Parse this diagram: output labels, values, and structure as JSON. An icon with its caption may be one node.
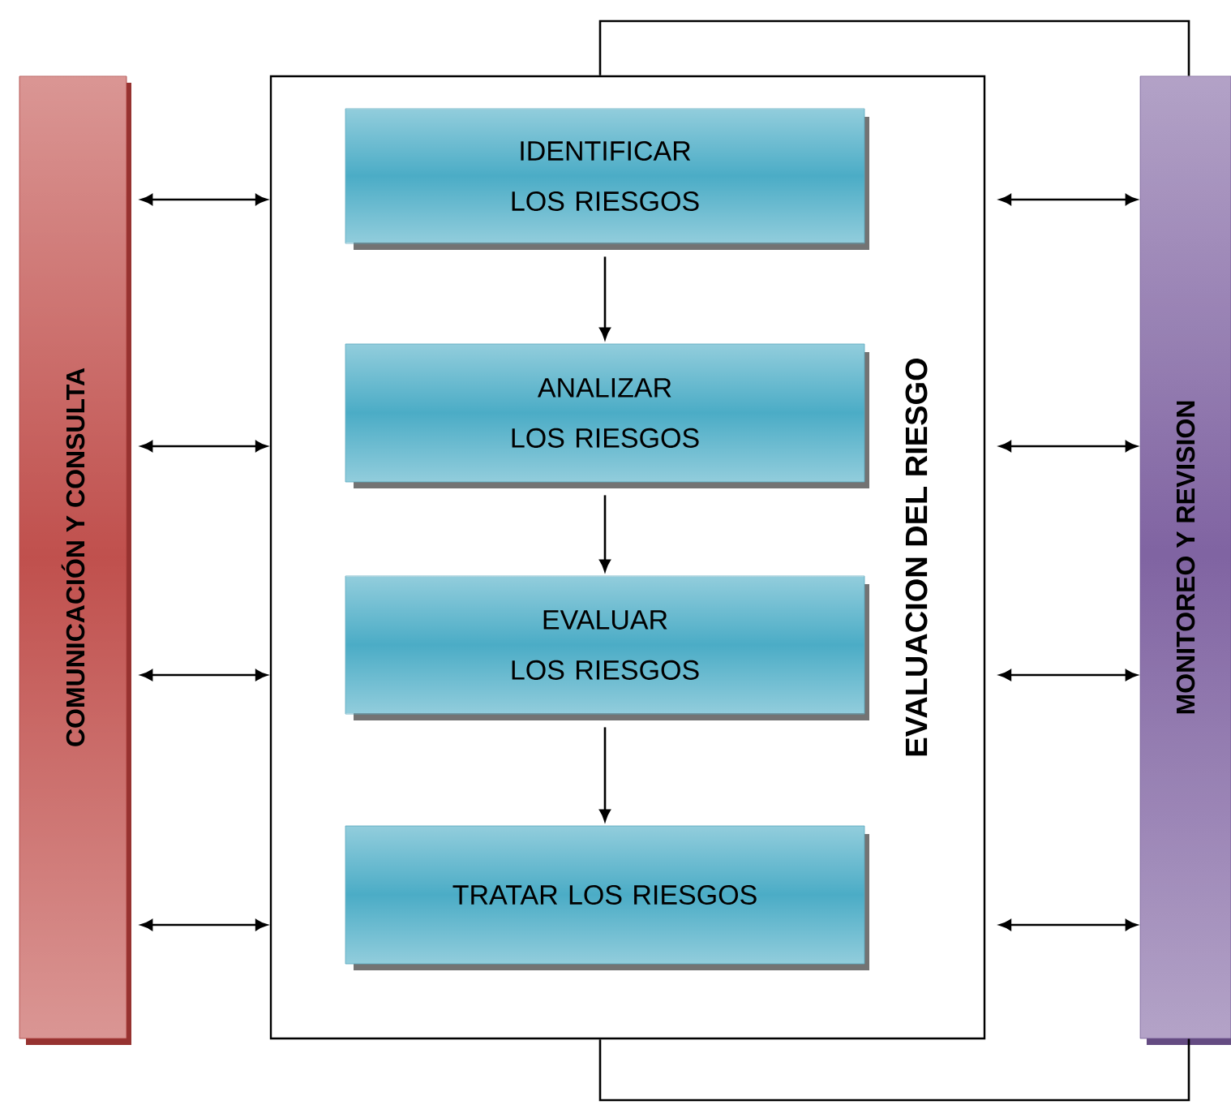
{
  "diagram": {
    "nodes": [
      {
        "text": [
          "COMUNICACIÓN Y CONSULTA"
        ]
      },
      {
        "text": [
          "EVALUACION DEL RIESGO"
        ]
      },
      {
        "text": [
          "IDENTIFICAR LOS RIESGOS"
        ],
        "in": 1
      },
      {
        "text": [
          "ANALIZAR LOS RIESGOS"
        ],
        "in": 1
      },
      {
        "text": [
          "EVALUAR LOS RIESGOS"
        ],
        "in": 1
      },
      {
        "text": [
          "TRATAR LOS RIESGOS"
        ],
        "in": 1
      },
      {
        "text": [
          "MONITOREO Y REVISION"
        ]
      }
    ],
    "edges": [
      {
        "from": 0,
        "to": 1,
        "arrow": "both"
      },
      {
        "from": 0,
        "to": 1,
        "arrow": "both"
      },
      {
        "from": 0,
        "to": 1,
        "arrow": "both"
      },
      {
        "from": 0,
        "to": 1,
        "arrow": "both"
      },
      {
        "from": 2,
        "to": 3,
        "arrow": "to"
      },
      {
        "from": 3,
        "to": 4,
        "arrow": "to"
      },
      {
        "from": 4,
        "to": 5,
        "arrow": "to"
      },
      {
        "from": 1,
        "to": 6,
        "arrow": "both"
      },
      {
        "from": 1,
        "to": 6,
        "arrow": "both"
      },
      {
        "from": 1,
        "to": 6,
        "arrow": "both"
      },
      {
        "from": 1,
        "to": 6,
        "arrow": "both"
      },
      {
        "from": 1,
        "to": 6,
        "arrow": "none"
      },
      {
        "from": 1,
        "to": 6,
        "arrow": "none"
      }
    ]
  }
}
